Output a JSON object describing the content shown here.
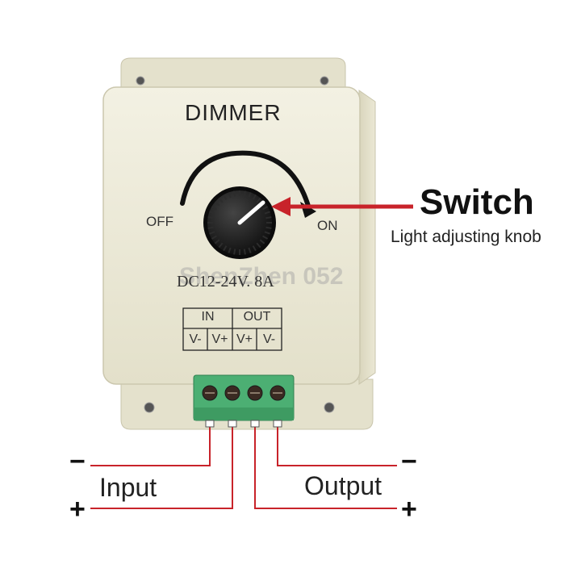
{
  "device": {
    "title": "DIMMER",
    "off_label": "OFF",
    "on_label": "ON",
    "spec": "DC12-24V. 8A",
    "terminal_header": {
      "in": "IN",
      "out": "OUT"
    },
    "terminal_pins": [
      "V-",
      "V+",
      "V+",
      "V-"
    ]
  },
  "annotation": {
    "switch": "Switch",
    "knob": "Light adjusting knob"
  },
  "watermark": "ShenZhen 052",
  "wiring": {
    "input": "Input",
    "output": "Output",
    "minus": "−",
    "plus": "+"
  },
  "colors": {
    "housing": "#ece9d6",
    "terminal_green": "#4caf73",
    "wire": "#c8232a",
    "knob": "#1b1b1b"
  }
}
